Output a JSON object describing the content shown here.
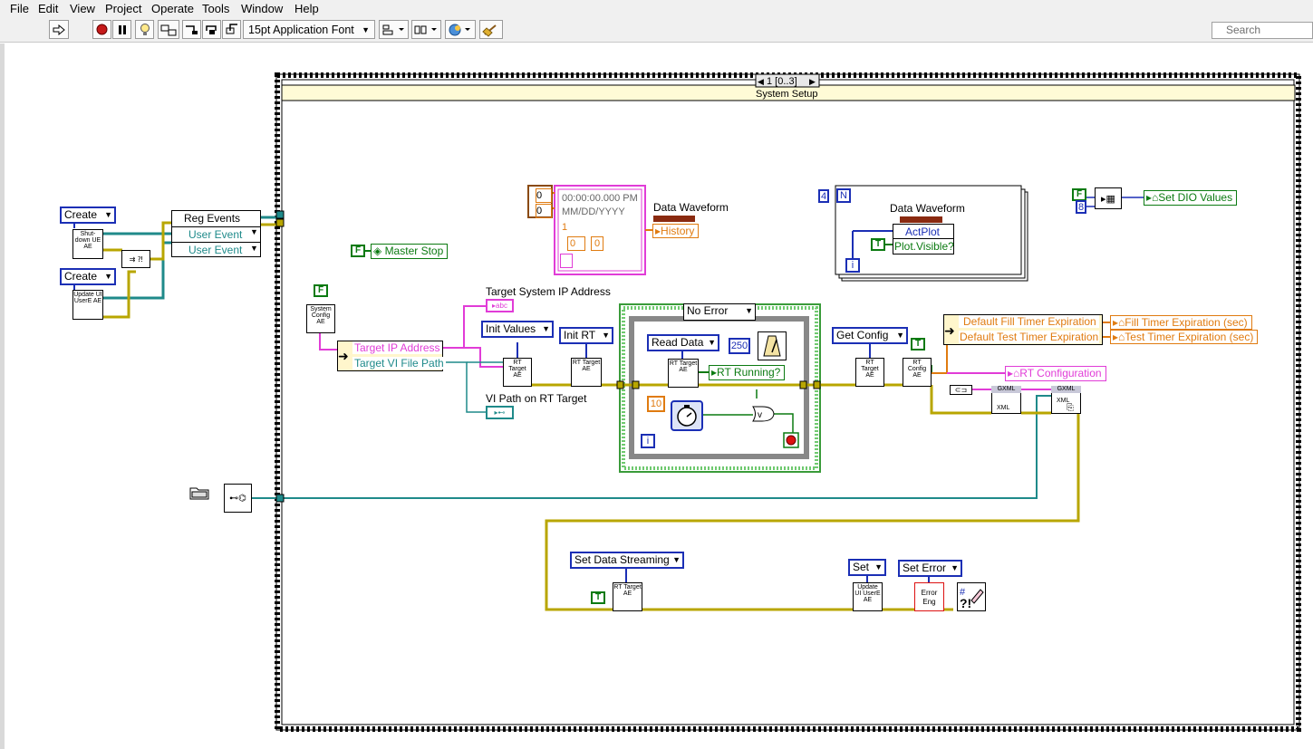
{
  "menu": [
    "File",
    "Edit",
    "View",
    "Project",
    "Operate",
    "Tools",
    "Window",
    "Help"
  ],
  "toolbar": {
    "font": "15pt Application Font",
    "search_placeholder": "Search"
  },
  "structure": {
    "case_selector": "1 [0..3]",
    "frame_title": "System Setup",
    "error_case": "No Error"
  },
  "left_section": {
    "create1": "Create",
    "create2": "Create",
    "vi_shutdown": "Shut-down UE AE",
    "vi_update": "Update UI UserE AE",
    "reg_events": "Reg Events",
    "user_event_1": "User Event",
    "user_event_2": "User Event"
  },
  "top": {
    "master_stop": "Master Stop",
    "bool_f": "F",
    "cluster_i32_a": "0",
    "cluster_i32_b": "0",
    "timestamp_time": "00:00:00.000 PM",
    "timestamp_date": "MM/DD/YYYY",
    "cluster_num_1": "1",
    "cluster_num_2": "0",
    "cluster_num_3": "0",
    "data_waveform_1": "Data Waveform",
    "history": "History",
    "loop_count": "4",
    "loop_n": "N",
    "data_waveform_2": "Data Waveform",
    "act_plot": "ActPlot",
    "plot_visible": "Plot.Visible?",
    "iter_i": "i",
    "bool_t": "T",
    "dio_f": "F",
    "dio_8": "8",
    "set_dio": "Set DIO Values"
  },
  "middle": {
    "system_config_vi": "System Config AE",
    "target_ip_label": "Target System IP Address",
    "target_ip": "Target IP Address",
    "target_vi_path": "Target VI File Path",
    "init_values": "Init Values",
    "init_rt": "Init RT",
    "rt_target_vi": "RT Target AE",
    "vi_path_label": "VI Path on RT Target",
    "read_data": "Read Data",
    "wait_ms": "250",
    "rt_running": "RT Running?",
    "timeout": "10",
    "loop_i": "i",
    "get_config": "Get Config",
    "rt_config_vi": "RT Config AE",
    "bool_t2": "T",
    "default_fill": "Default Fill Timer Expiration",
    "default_test": "Default Test Timer Expiration",
    "fill_timer": "Fill Timer Expiration (sec)",
    "test_timer": "Test Timer Expiration (sec)",
    "rt_configuration": "RT Configuration",
    "gxml_1": "GXML",
    "gxml_2": "GXML",
    "xml_1": "XML",
    "xml_2": "XML"
  },
  "bottom": {
    "set_data_streaming": "Set Data Streaming",
    "bool_t3": "T",
    "set": "Set",
    "set_error": "Set Error",
    "update_ui_vi": "Update UI UserE AE",
    "error_eng": "Error Eng"
  },
  "colors": {
    "bg": "#ffffff",
    "frame_fill": "#fffbd6",
    "enum_border": "#1b2fb5",
    "bool_green": "#0b7a11",
    "string_pink": "#e13cd7",
    "numeric_orange": "#e07b10",
    "error_wire": "#b8a600",
    "path_wire": "#1f8a8a"
  }
}
